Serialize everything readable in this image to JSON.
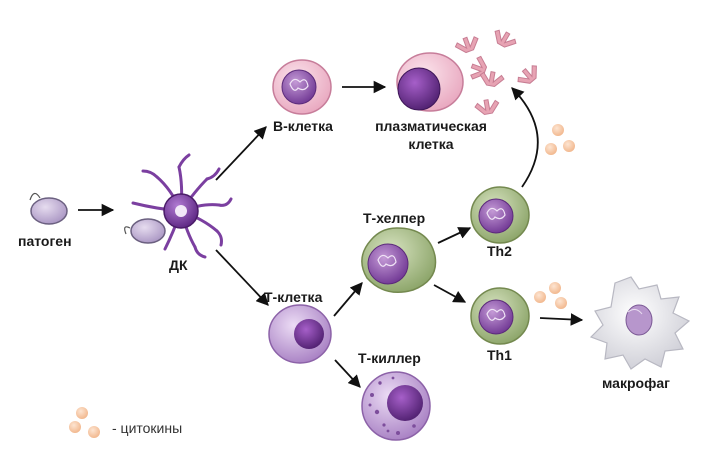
{
  "labels": {
    "pathogen": "патоген",
    "dc": "ДК",
    "b_cell": "В-клетка",
    "plasma_cell_line1": "плазматическая",
    "plasma_cell_line2": "клетка",
    "t_helper": "Т-хелпер",
    "th2": "Th2",
    "th1": "Th1",
    "t_cell": "Т-клетка",
    "t_killer": "Т-киллер",
    "macrophage": "макрофаг",
    "cytokines_legend": "- цитокины"
  },
  "colors": {
    "pathogen": "#c9b6dc",
    "dc": "#7b3fa0",
    "b_cell": "#f4c6d6",
    "plasma": "#f7cfd9",
    "nucleus": "#8a4fa8",
    "t_helper": "#a8bd8a",
    "t_cell": "#c7a3dc",
    "t_killer": "#c9a6dd",
    "macrophage": "#e6e6ea",
    "cytokine": "#f6c9a4",
    "antibody": "#e7a3b3",
    "arrow": "#111111"
  }
}
